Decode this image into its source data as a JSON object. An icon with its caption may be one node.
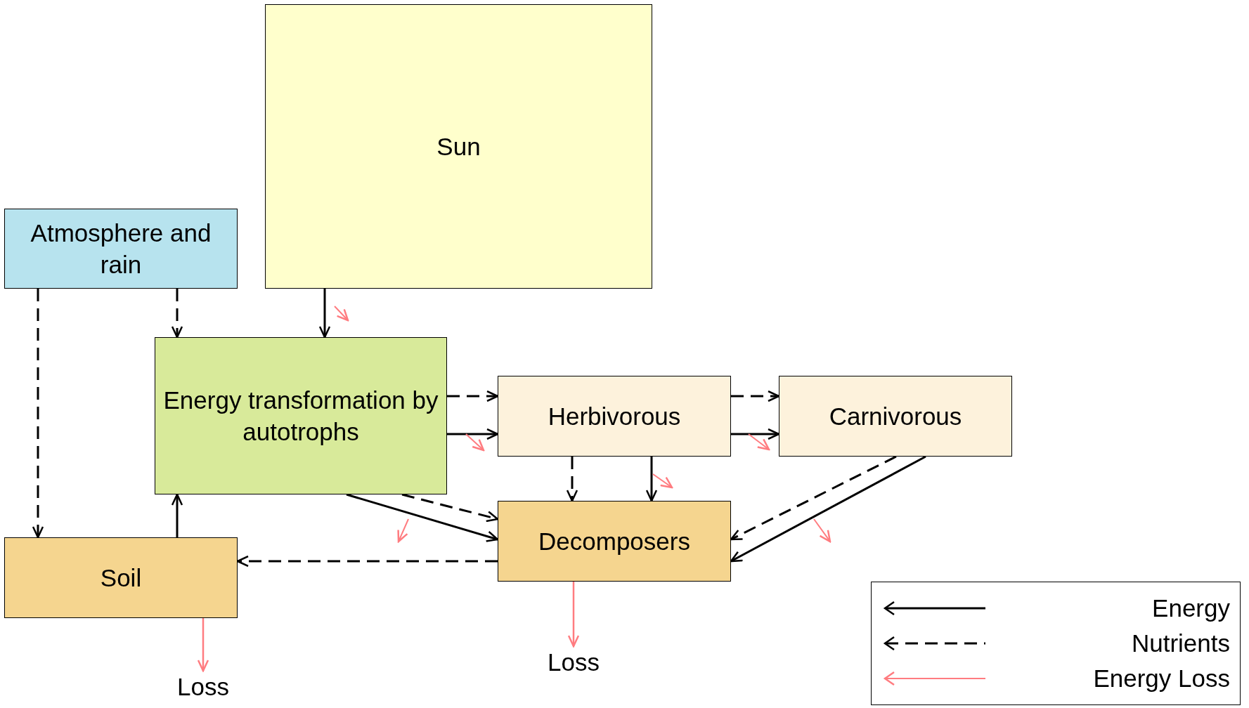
{
  "diagram": {
    "nodes": [
      {
        "text": [
          "Sun"
        ]
      },
      {
        "text": [
          "Atmosphere and rain"
        ]
      },
      {
        "text": [
          "Energy transformation by autotrophs"
        ]
      },
      {
        "text": [
          "Herbivorous"
        ]
      },
      {
        "text": [
          "Carnivorous"
        ]
      },
      {
        "text": [
          "Decomposers"
        ]
      },
      {
        "text": [
          "Soil"
        ]
      },
      {
        "text": [
          "Loss"
        ]
      },
      {
        "text": [
          "Loss"
        ]
      }
    ],
    "edges": [
      {
        "from": 0,
        "to": 2,
        "arrow": "to"
      },
      {
        "from": 1,
        "to": 2,
        "arrow": "to",
        "style": "dashed"
      },
      {
        "from": 1,
        "to": 6,
        "arrow": "to",
        "style": "dashed"
      },
      {
        "from": 6,
        "to": 2,
        "arrow": "to"
      },
      {
        "from": 2,
        "to": 3,
        "arrow": "to",
        "style": "dashed"
      },
      {
        "from": 2,
        "to": 3,
        "arrow": "to"
      },
      {
        "from": 3,
        "to": 4,
        "arrow": "to",
        "style": "dashed"
      },
      {
        "from": 3,
        "to": 4,
        "arrow": "to"
      },
      {
        "from": 3,
        "to": 5,
        "arrow": "to",
        "style": "dashed"
      },
      {
        "from": 3,
        "to": 5,
        "arrow": "to"
      },
      {
        "from": 2,
        "to": 5,
        "arrow": "to",
        "style": "dashed"
      },
      {
        "from": 2,
        "to": 5,
        "arrow": "to"
      },
      {
        "from": 4,
        "to": 5,
        "arrow": "to",
        "style": "dashed"
      },
      {
        "from": 4,
        "to": 5,
        "arrow": "to"
      },
      {
        "from": 5,
        "to": 6,
        "arrow": "to",
        "style": "dashed"
      },
      {
        "from": 6,
        "to": 7,
        "arrow": "to",
        "color": "#ff7c80"
      },
      {
        "from": 5,
        "to": 8,
        "arrow": "to",
        "color": "#ff7c80"
      }
    ],
    "legend": [
      {
        "text": "Energy"
      },
      {
        "text": "Nutrients"
      },
      {
        "text": "Energy Loss"
      }
    ]
  }
}
